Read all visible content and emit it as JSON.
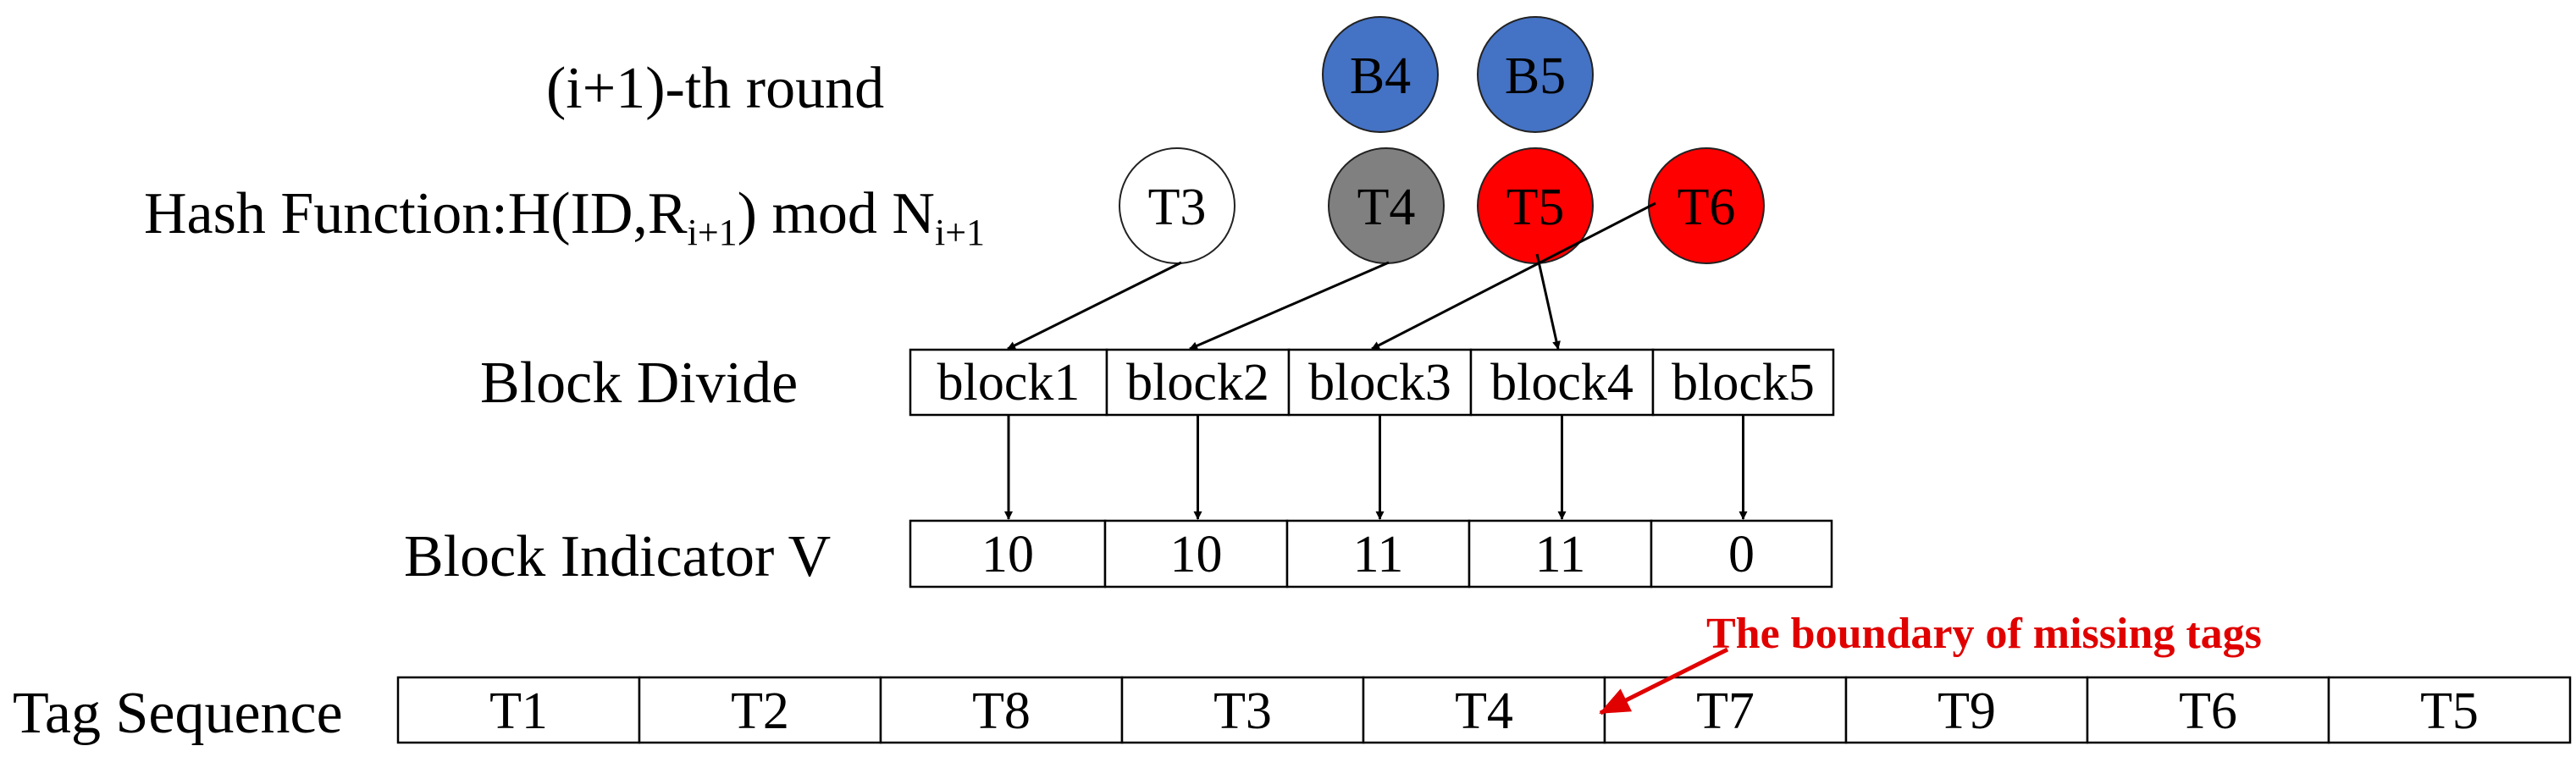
{
  "round_label": "(i+1)-th round",
  "hash_label": {
    "prefix": "Hash Function:H(ID,R",
    "sub1": "i+1",
    "mid": ") mod N",
    "sub2": "i+1"
  },
  "block_divide_label": "Block Divide",
  "block_indicator_label": "Block Indicator V",
  "tag_sequence_label": "Tag Sequence",
  "boundary_note": "The boundary of missing tags",
  "colors": {
    "blue": "#4472c4",
    "gray": "#808080",
    "red": "#ff0000",
    "white": "#ffffff",
    "annotation_red": "#e00000"
  },
  "b_circles": [
    {
      "label": "B4",
      "color": "blue"
    },
    {
      "label": "B5",
      "color": "blue"
    }
  ],
  "t_circles": [
    {
      "label": "T3",
      "color": "white"
    },
    {
      "label": "T4",
      "color": "gray"
    },
    {
      "label": "T5",
      "color": "red"
    },
    {
      "label": "T6",
      "color": "red"
    }
  ],
  "blocks": [
    "block1",
    "block2",
    "block3",
    "block4",
    "block5"
  ],
  "indicator_values": [
    "10",
    "10",
    "11",
    "11",
    "0"
  ],
  "tag_sequence": [
    "T1",
    "T2",
    "T8",
    "T3",
    "T4",
    "T7",
    "T9",
    "T6",
    "T5"
  ]
}
